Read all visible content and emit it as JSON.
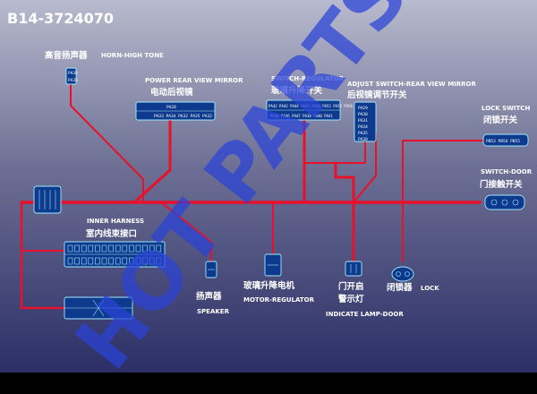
{
  "title": "B14-3724070",
  "watermark": "HOT PARTS",
  "components": {
    "horn": {
      "zh": "高音扬声器",
      "en": "HORN-HIGH TONE",
      "pins": [
        "PA38",
        "PA30"
      ]
    },
    "power_mirror": {
      "en": "POWER REAR VIEW MIRROR",
      "zh": "电动后视镜",
      "pins_top": "PA28",
      "pins_bottom": "PA33 PA34 PA32 PA35 PA32"
    },
    "switch_regulator": {
      "en": "SWITCH-REGULATOR",
      "zh": "玻璃升降开关",
      "pins_top": "PA42 PA43 PA44 PA45 PA46 PA52 PA55 PA56",
      "pins_bottom": "PA48 PA46 PA47 PA38 PA40 PA41"
    },
    "adjust_switch": {
      "en": "ADJUST SWITCH-REAR VIEW MIRROR",
      "zh": "后视镜调节开关",
      "pins": [
        "PA29",
        "PA30",
        "PA31",
        "PA34",
        "PA35",
        "PA38"
      ]
    },
    "lock_switch": {
      "en": "LOCK SWITCH",
      "zh": "闭锁开关",
      "pins": "PB53 PB54 PB55"
    },
    "switch_door": {
      "en": "SWITCH-DOOR",
      "zh": "门接触开关"
    },
    "inner_harness": {
      "en": "INNER HARNESS",
      "zh": "室内线束接口"
    },
    "speaker": {
      "zh": "扬声器",
      "en": "SPEAKER"
    },
    "motor_regulator": {
      "zh": "玻璃升降电机",
      "en": "MOTOR-REGULATOR"
    },
    "indicate_lamp": {
      "zh_line1": "门开启",
      "zh_line2": "警示灯",
      "en": "INDICATE LAMP-DOOR"
    },
    "lock": {
      "zh": "闭锁器",
      "en": "LOCK"
    }
  },
  "colors": {
    "wire": "#e8102a",
    "connector_stroke": "#9fe9ff",
    "connector_fill": "#0d3a8c",
    "text": "#ffffff",
    "watermark": "#2a43d8"
  }
}
